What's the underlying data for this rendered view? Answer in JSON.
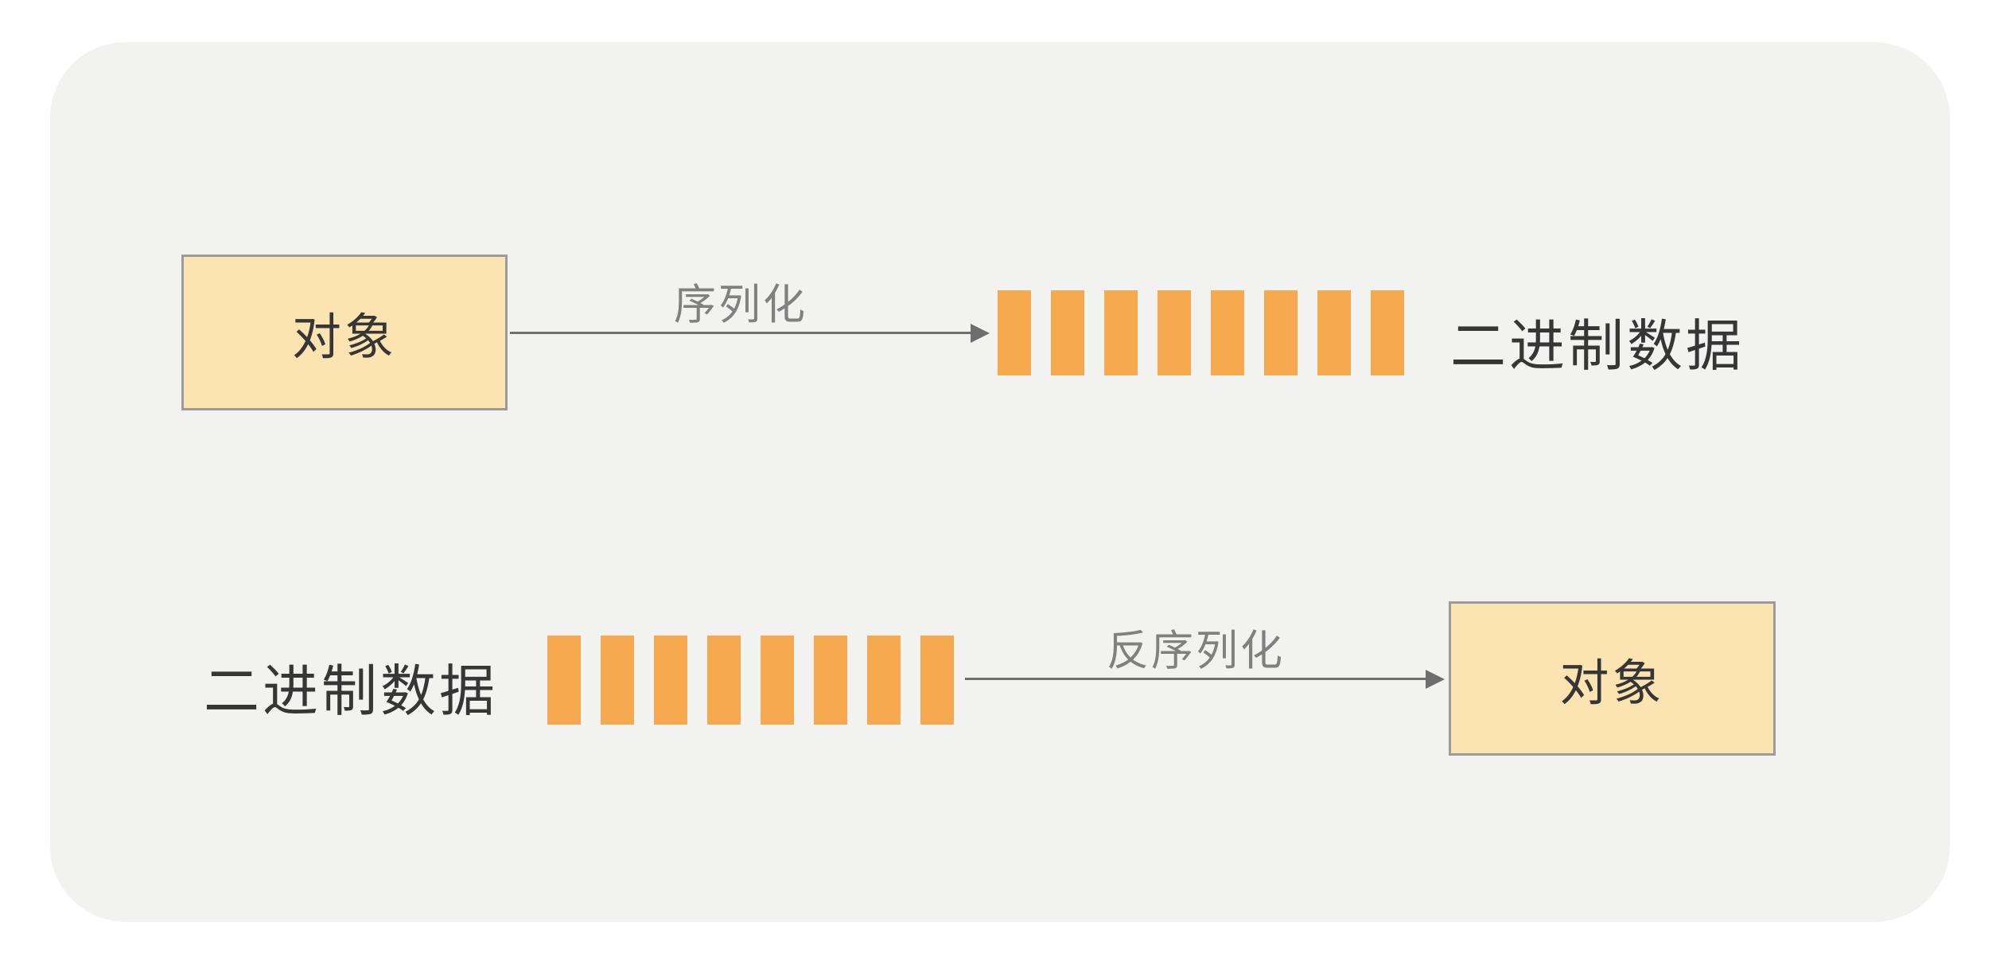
{
  "diagram": {
    "colors": {
      "panel_bg": "#f2f2f0",
      "box_fill": "#fbe3b2",
      "box_border": "#9b9b9b",
      "bar_color": "#f6a94f",
      "arrow_color": "#6e6e6e",
      "label_gray": "#808080",
      "text_dark": "#363636"
    },
    "top_flow": {
      "source_label": "对象",
      "arrow_label": "序列化",
      "result_label": "二进制数据",
      "bar_count": 8
    },
    "bottom_flow": {
      "source_label": "二进制数据",
      "arrow_label": "反序列化",
      "result_label": "对象",
      "bar_count": 8
    }
  }
}
